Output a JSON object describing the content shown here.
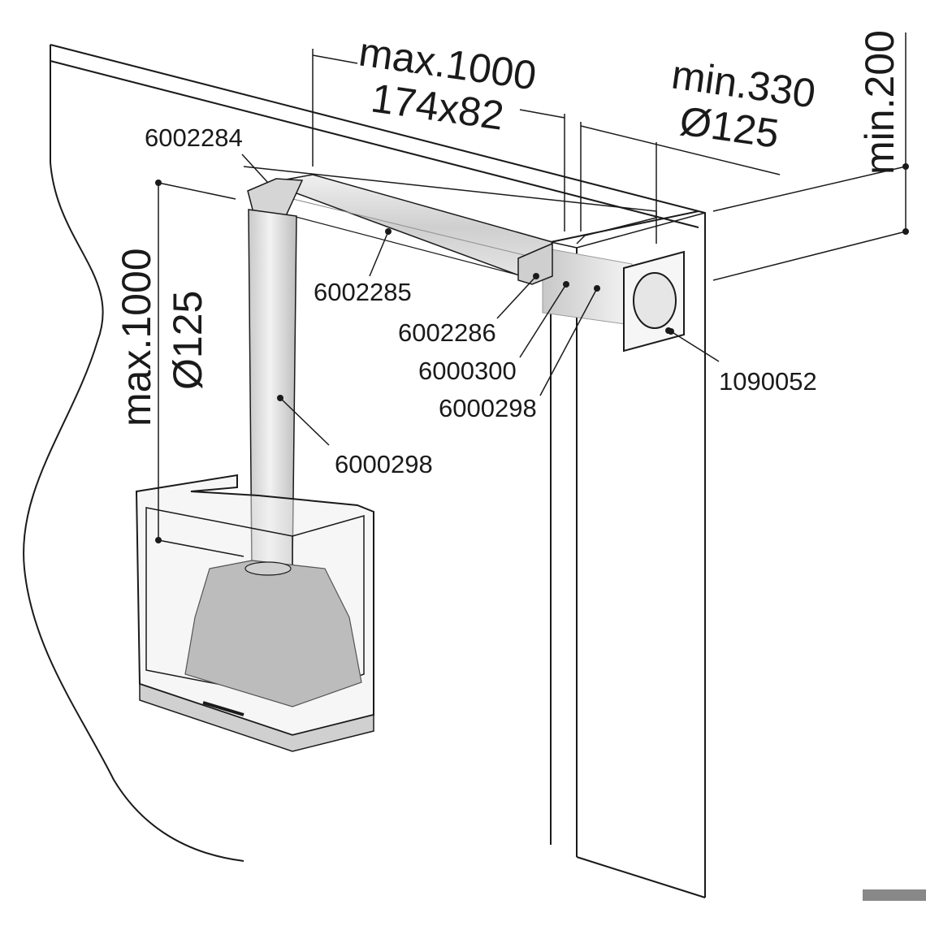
{
  "dimensions": {
    "horizontal_max": "max.1000",
    "horizontal_duct": "174x82",
    "wall_min": "min.330",
    "wall_diameter": "Ø125",
    "height_min": "min.200",
    "vertical_max": "max.1000",
    "vertical_diameter": "Ø125"
  },
  "parts": {
    "elbow": "6002284",
    "flat_duct": "6002285",
    "adapter": "6002286",
    "reducer": "6000300",
    "wall_pipe": "6000298",
    "vertical_pipe": "6000298",
    "wall_grille": "1090052"
  },
  "colors": {
    "line": "#1a1a1a",
    "duct_fill": "#d9d9d9",
    "wall_fill": "#ffffff",
    "shade": "#bfbfbf"
  }
}
